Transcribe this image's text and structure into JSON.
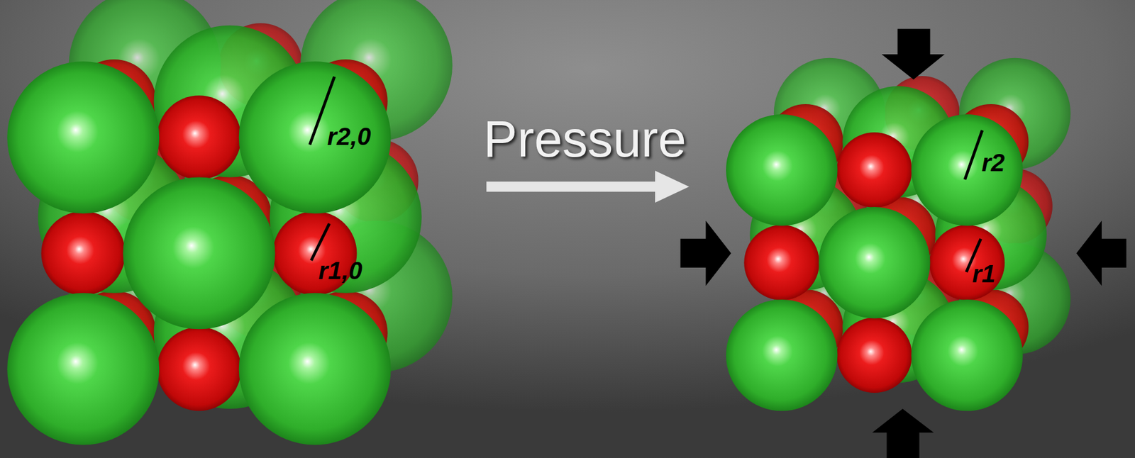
{
  "diagram": {
    "labels": [
      "Pressure",
      "r2,0",
      "r1,0",
      "r2",
      "r1"
    ]
  }
}
